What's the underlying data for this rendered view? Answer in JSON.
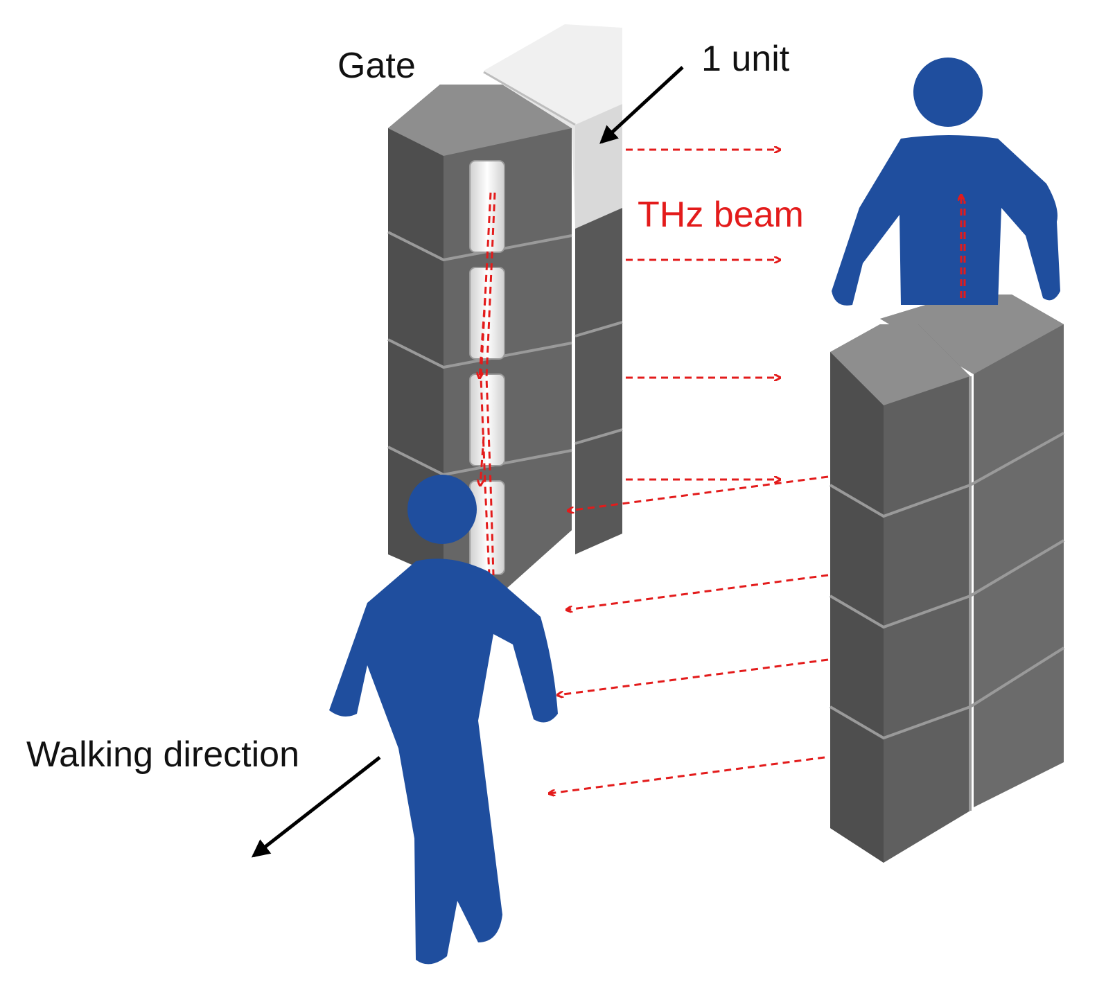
{
  "labels": {
    "gate": "Gate",
    "unit": "1 unit",
    "beam": "THz beam",
    "walking": "Walking direction"
  },
  "colors": {
    "person": "#1f4e9e",
    "beam": "#e31b1b",
    "block_front": "#5f5f5f",
    "block_side": "#6b6b6b",
    "block_top": "#8e8e8e",
    "unit_highlight": "#d9d9d9",
    "arrow": "#000000"
  },
  "icons": {
    "person_near": "walking-person-icon",
    "person_far": "standing-person-icon"
  }
}
